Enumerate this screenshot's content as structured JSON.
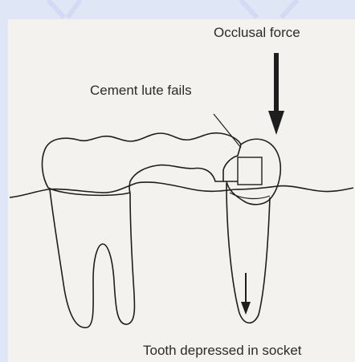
{
  "labels": {
    "occlusal_force": "Occlusal force",
    "cement_lute_fails": "Cement lute fails",
    "tooth_depressed": "Tooth depressed in socket"
  }
}
